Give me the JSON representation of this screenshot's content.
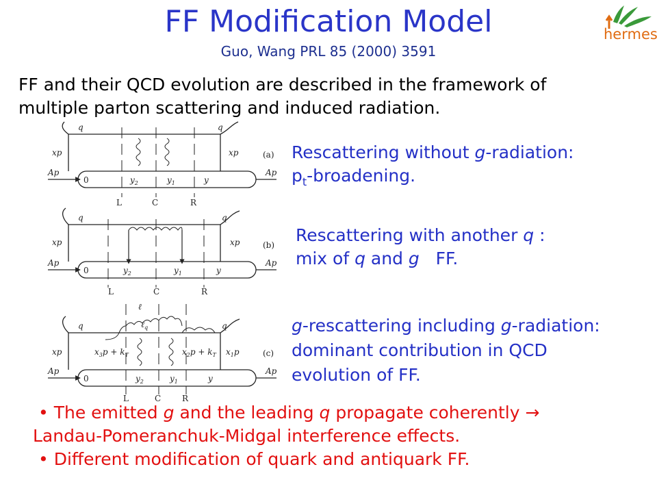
{
  "slide": {
    "title": "FF Modification Model",
    "reference": "Guo, Wang PRL 85 (2000) 3591",
    "logo_text": "hermes",
    "logo_icon": "hermes-wings-logo",
    "intro_line1": "FF and their QCD evolution are described in the framework of",
    "intro_line2": "multiple parton scattering and induced radiation."
  },
  "diagrams": {
    "common": {
      "q": "q",
      "xp": "xp",
      "Ap": "Ap",
      "zero": "0",
      "y": "y",
      "y1": "y",
      "y1_sub": "1",
      "y2": "y",
      "y2_sub": "2",
      "L": "L",
      "C": "C",
      "R": "R"
    },
    "a": {
      "tag": "(a)"
    },
    "b": {
      "tag": "(b)"
    },
    "c": {
      "tag": "(c)",
      "ell": "ℓ",
      "ellq": "ℓ",
      "ellq_sub": "q",
      "x3p": "x",
      "x3p_sub": "3",
      "x3p_tail": "p + k",
      "x3p_ksub": "T",
      "x2p": "x",
      "x2p_sub": "2",
      "x2p_tail": "p + k",
      "x2p_ksub": "T",
      "x1p": "x",
      "x1p_sub": "1",
      "x1p_tail": "p"
    }
  },
  "descriptions": {
    "a": {
      "g": "g",
      "line1_pre": "Rescattering without ",
      "line1_post": "-radiation:",
      "line2_p": "p",
      "line2_sub": "t",
      "line2_post": "-broadening."
    },
    "b": {
      "line1_pre": "Rescattering with another ",
      "q": "q",
      "line1_post": " :",
      "line2_pre": "mix of ",
      "and": " and ",
      "g": "g",
      "line2_post": "   FF."
    },
    "c": {
      "g": "g",
      "line1_mid": "-rescattering including ",
      "line1_post": "-radiation:",
      "line2": "dominant contribution in QCD",
      "line3": "evolution of FF."
    }
  },
  "bullets": {
    "b1_pre": "The emitted ",
    "g": "g",
    "b1_mid": " and the leading ",
    "q": "q",
    "b1_post": " propagate coherently ",
    "arrow": "→",
    "b1_line2": "Landau-Pomeranchuk-Midgal interference effects.",
    "b2": "Different modification of quark and antiquark FF.",
    "bullet_char": "•"
  },
  "colors": {
    "title": "#2a35c8",
    "text_blue": "#2430c6",
    "bullets_red": "#e21010",
    "logo_orange": "#e06c12",
    "logo_green": "#3a9a3a"
  }
}
